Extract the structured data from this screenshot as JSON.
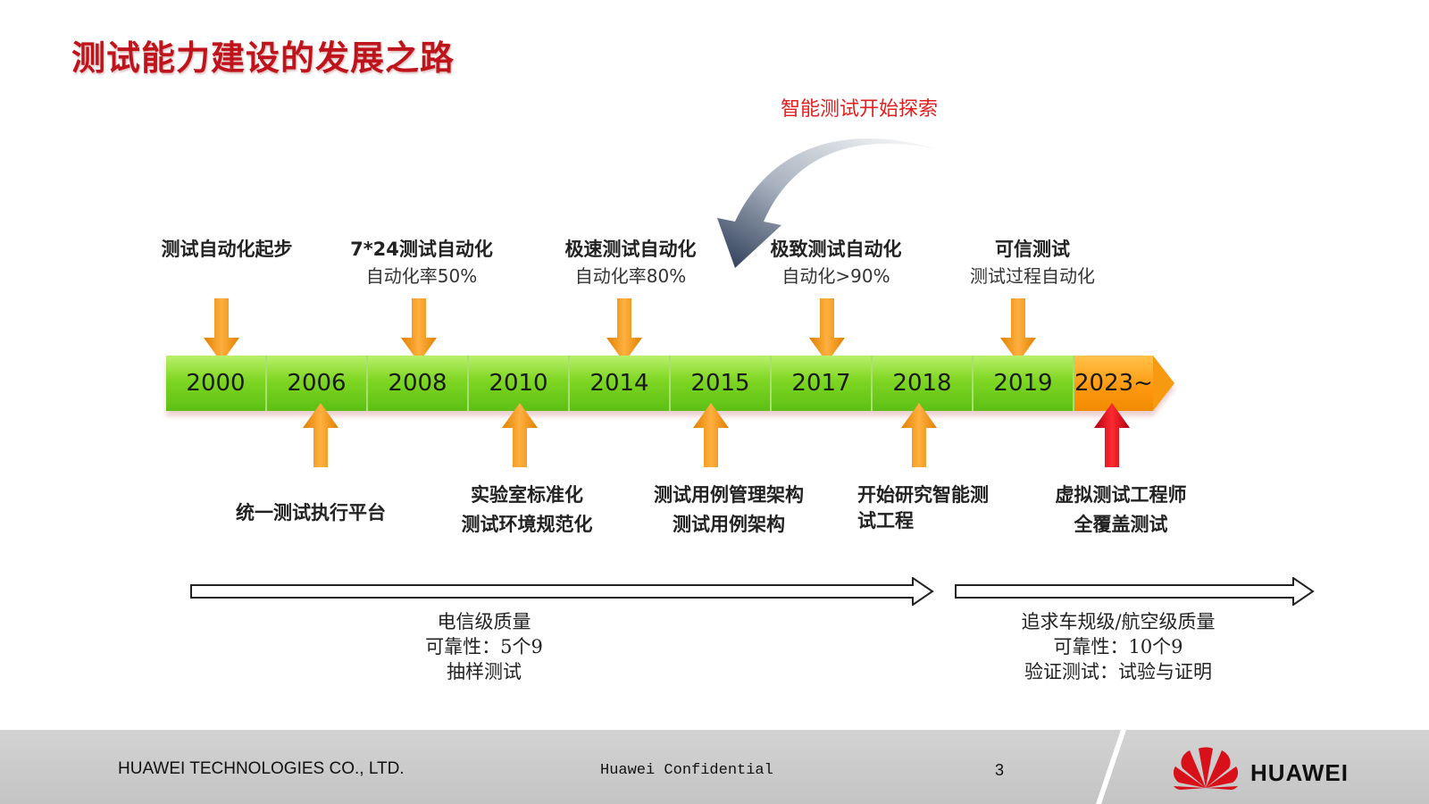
{
  "title": "测试能力建设的发展之路",
  "explore_label": "智能测试开始探索",
  "timeline": {
    "years": [
      "2000",
      "2006",
      "2008",
      "2010",
      "2014",
      "2015",
      "2017",
      "2018",
      "2019",
      "2023~"
    ],
    "colors": {
      "green": "#7ed622",
      "orange": "#ff9a10",
      "arrow_orange": "#f5a020",
      "arrow_red": "#d0101a"
    }
  },
  "top_milestones": [
    {
      "line1": "测试自动化起步",
      "line2": ""
    },
    {
      "line1": "7*24测试自动化",
      "line2": "自动化率50%"
    },
    {
      "line1": "极速测试自动化",
      "line2": "自动化率80%"
    },
    {
      "line1": "极致测试自动化",
      "line2": "自动化>90%"
    },
    {
      "line1": "可信测试",
      "line2": "测试过程自动化"
    }
  ],
  "bottom_milestones": [
    {
      "line1": "统一测试执行平台",
      "line2": ""
    },
    {
      "line1": "实验室标准化",
      "line2": "测试环境规范化"
    },
    {
      "line1": "测试用例管理架构",
      "line2": "测试用例架构"
    },
    {
      "line1": "开始研究智能测",
      "line2": "试工程"
    },
    {
      "line1": "虚拟测试工程师",
      "line2": "全覆盖测试"
    }
  ],
  "quality": [
    {
      "line1": "电信级质量",
      "line2": "可靠性：5个9",
      "line3": "抽样测试"
    },
    {
      "line1": "追求车规级/航空级质量",
      "line2": "可靠性：10个9",
      "line3": "验证测试：试验与证明"
    }
  ],
  "footer": {
    "company": "HUAWEI TECHNOLOGIES CO., LTD.",
    "confidential": "Huawei Confidential",
    "page": "3",
    "logo_text": "HUAWEI"
  }
}
